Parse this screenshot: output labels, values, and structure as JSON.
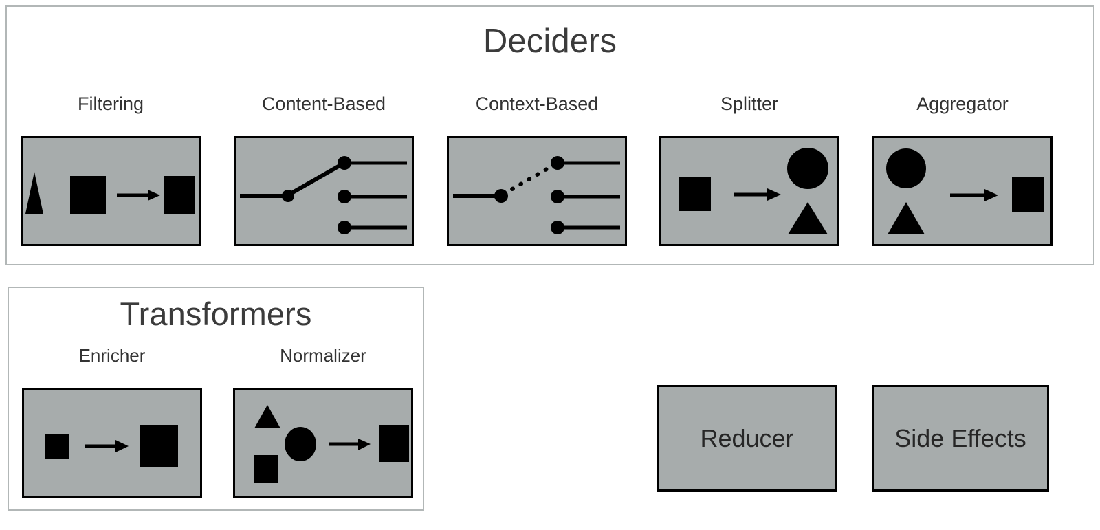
{
  "colors": {
    "panel_fill": "#a7acac",
    "panel_stroke": "#000000",
    "group_border": "#b2b7b7",
    "background": "#ffffff",
    "shape_fill": "#000000",
    "title_text": "#3b3b3b",
    "label_text": "#333333"
  },
  "deciders": {
    "title": "Deciders",
    "patterns": [
      {
        "label": "Filtering",
        "icon": "filtering-diagram",
        "description": "Triangle and square inputs, arrow, single square output",
        "shapes_in": [
          "triangle",
          "square"
        ],
        "shapes_out": [
          "square"
        ],
        "connector": "arrow"
      },
      {
        "label": "Content-Based",
        "icon": "content-based-router-diagram",
        "description": "Railway switch with solid branch line to top of three output tracks",
        "inputs": 1,
        "outputs": 3,
        "branch_line_style": "solid",
        "active_output_index": 0
      },
      {
        "label": "Context-Based",
        "icon": "context-based-router-diagram",
        "description": "Railway switch with dotted branch line to top of three output tracks",
        "inputs": 1,
        "outputs": 3,
        "branch_line_style": "dotted",
        "active_output_index": 0
      },
      {
        "label": "Splitter",
        "icon": "splitter-diagram",
        "description": "Square input, arrow, circle and triangle outputs",
        "shapes_in": [
          "square"
        ],
        "shapes_out": [
          "circle",
          "triangle"
        ],
        "connector": "arrow"
      },
      {
        "label": "Aggregator",
        "icon": "aggregator-diagram",
        "description": "Circle and triangle inputs, arrow, square output",
        "shapes_in": [
          "circle",
          "triangle"
        ],
        "shapes_out": [
          "square"
        ],
        "connector": "arrow"
      }
    ]
  },
  "transformers": {
    "title": "Transformers",
    "patterns": [
      {
        "label": "Enricher",
        "icon": "enricher-diagram",
        "description": "Small square input, arrow, larger square output",
        "shapes_in": [
          "small-square"
        ],
        "shapes_out": [
          "large-square"
        ],
        "connector": "arrow"
      },
      {
        "label": "Normalizer",
        "icon": "normalizer-diagram",
        "description": "Triangle, circle and square inputs, arrow, single square output",
        "shapes_in": [
          "triangle",
          "circle",
          "square"
        ],
        "shapes_out": [
          "square"
        ],
        "connector": "arrow"
      }
    ]
  },
  "standalone_boxes": [
    {
      "label": "Reducer",
      "icon": "reducer-box"
    },
    {
      "label": "Side Effects",
      "icon": "side-effects-box"
    }
  ]
}
